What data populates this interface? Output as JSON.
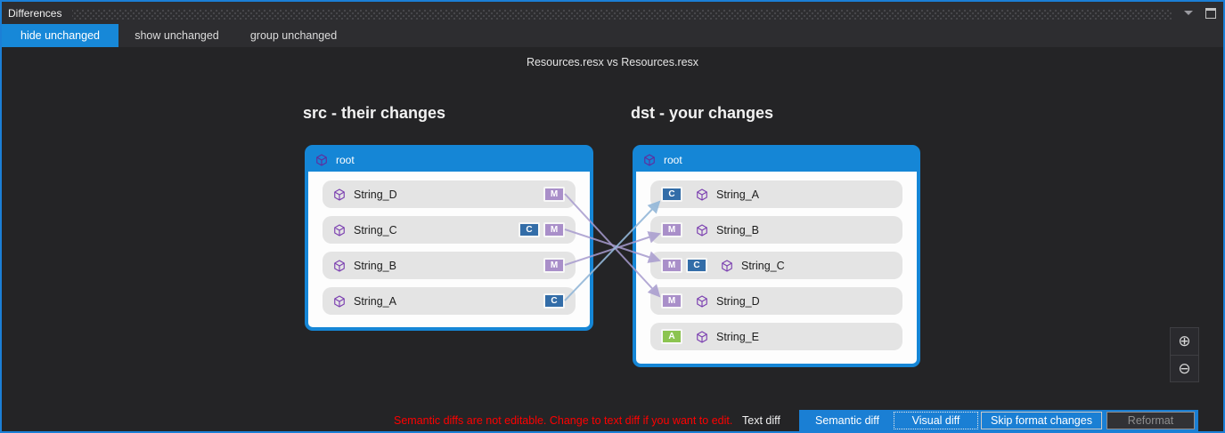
{
  "window": {
    "title": "Differences",
    "accent_color": "#1b7fd6"
  },
  "tabs": [
    {
      "label": "hide unchanged",
      "active": true
    },
    {
      "label": "show unchanged",
      "active": false
    },
    {
      "label": "group unchanged",
      "active": false
    }
  ],
  "comparison": {
    "title": "Resources.resx vs Resources.resx",
    "src": {
      "heading": "src - their changes",
      "root_label": "root",
      "items": [
        {
          "label": "String_D",
          "badges": [
            "M"
          ]
        },
        {
          "label": "String_C",
          "badges": [
            "C",
            "M"
          ]
        },
        {
          "label": "String_B",
          "badges": [
            "M"
          ]
        },
        {
          "label": "String_A",
          "badges": [
            "C"
          ]
        }
      ]
    },
    "dst": {
      "heading": "dst - your changes",
      "root_label": "root",
      "items": [
        {
          "label": "String_A",
          "badges": [
            "C"
          ]
        },
        {
          "label": "String_B",
          "badges": [
            "M"
          ]
        },
        {
          "label": "String_C",
          "badges": [
            "M",
            "C"
          ]
        },
        {
          "label": "String_D",
          "badges": [
            "M"
          ]
        },
        {
          "label": "String_E",
          "badges": [
            "A"
          ]
        }
      ]
    },
    "connections": [
      {
        "from": "String_D",
        "to": "String_D",
        "type": "M"
      },
      {
        "from": "String_C",
        "to": "String_C",
        "type": "M"
      },
      {
        "from": "String_B",
        "to": "String_B",
        "type": "M"
      },
      {
        "from": "String_A",
        "to": "String_A",
        "type": "C"
      }
    ],
    "badge_colors": {
      "M": "#a98fc9",
      "C": "#336da8",
      "A": "#8cc450"
    },
    "panel_accent_color": "#1586d6"
  },
  "zoom_controls": {
    "zoom_in_icon": "⊕",
    "zoom_out_icon": "⊖"
  },
  "footer": {
    "warning": "Semantic diffs are not editable. Change to text diff if you want to edit.",
    "warning_color": "#ff0000",
    "mode_label": "Text diff",
    "buttons": [
      {
        "label": "Semantic diff",
        "disabled": false
      },
      {
        "label": "Visual diff",
        "disabled": false
      },
      {
        "label": "Skip format changes",
        "disabled": false
      },
      {
        "label": "Reformat",
        "disabled": true
      }
    ]
  }
}
